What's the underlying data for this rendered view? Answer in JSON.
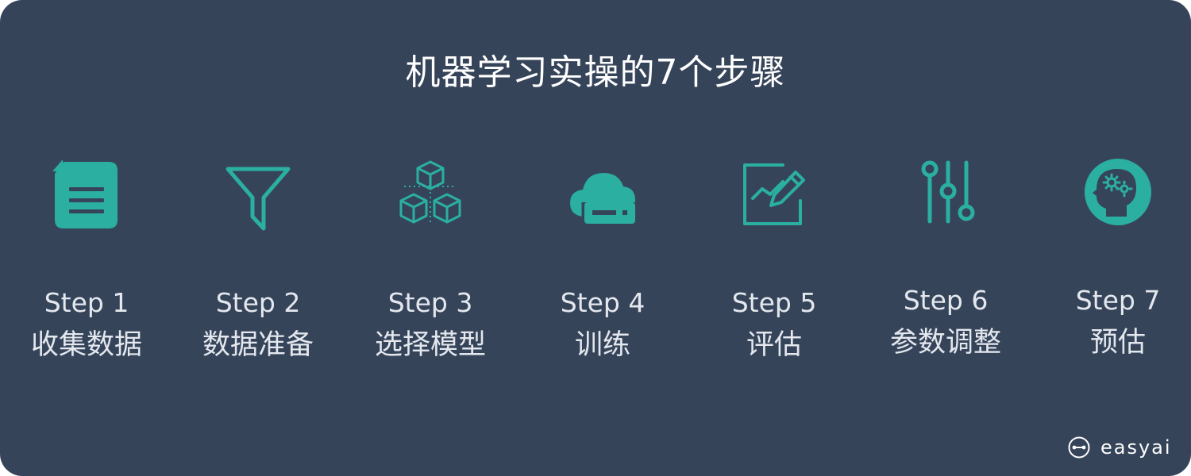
{
  "title": "机器学习实操的7个步骤",
  "accent_color": "#2aafa1",
  "background_color": "#36445a",
  "steps": [
    {
      "label": "Step 1",
      "name": "收集数据",
      "icon": "document-icon"
    },
    {
      "label": "Step 2",
      "name": "数据准备",
      "icon": "funnel-icon"
    },
    {
      "label": "Step 3",
      "name": "选择模型",
      "icon": "cubes-icon"
    },
    {
      "label": "Step 4",
      "name": "训练",
      "icon": "cloud-server-icon"
    },
    {
      "label": "Step 5",
      "name": "评估",
      "icon": "chart-edit-icon"
    },
    {
      "label": "Step 6",
      "name": "参数调整",
      "icon": "sliders-icon"
    },
    {
      "label": "Step 7",
      "name": "预估",
      "icon": "brain-gears-icon"
    }
  ],
  "brand": {
    "text": "easyai",
    "icon": "easyai-logo-icon"
  }
}
